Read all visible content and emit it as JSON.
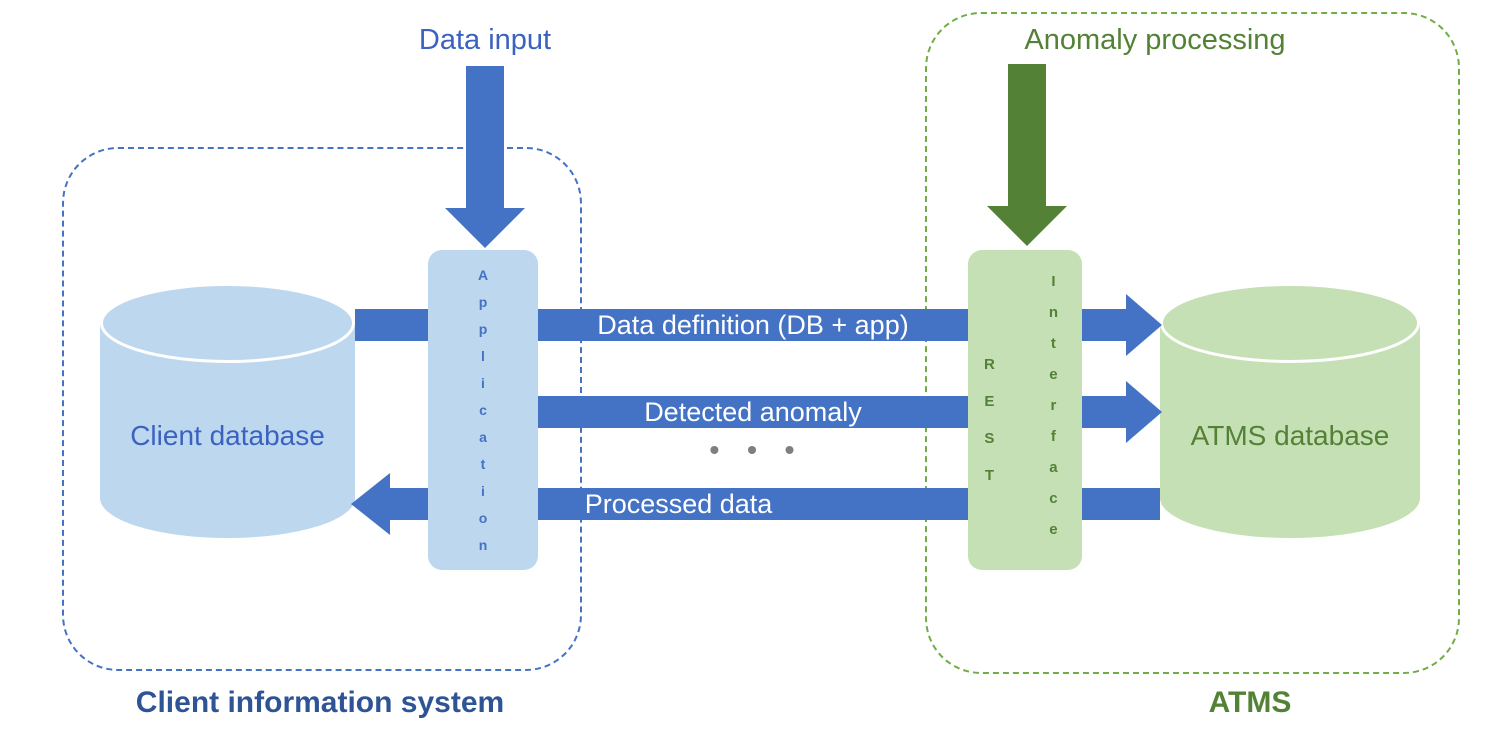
{
  "colors": {
    "blue_accent": "#4472C4",
    "light_blue_fill": "#BDD7EE",
    "blue_text": "#3B62C0",
    "blue_caption": "#2F5496",
    "green_accent": "#538135",
    "light_green_fill": "#C5E0B4",
    "green_dashed_border": "#70AD47",
    "dots_gray": "#7F7F7F",
    "bar_text_white": "#FFFFFF"
  },
  "top": {
    "data_input_label": "Data input",
    "anomaly_processing_label": "Anomaly processing"
  },
  "client_system": {
    "caption": "Client information system",
    "database_label": "Client database",
    "application_label": "Application"
  },
  "atms_system": {
    "caption": "ATMS",
    "database_label": "ATMS database",
    "rest_label": "REST",
    "interface_label": "Interface"
  },
  "flows": {
    "data_definition": "Data definition (DB + app)",
    "detected_anomaly": "Detected anomaly",
    "ellipsis": "• • •",
    "processed_data": "Processed data"
  }
}
